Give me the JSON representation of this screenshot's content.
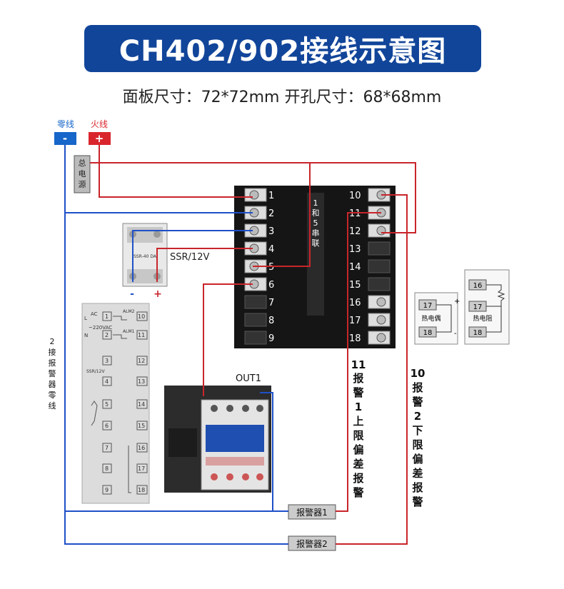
{
  "title": "CH402/902接线示意图",
  "subtitle": "面板尺寸：72*72mm  开孔尺寸：68*68mm",
  "power": {
    "neutral_label": "零线",
    "neutral_sign": "-",
    "live_label": "火线",
    "live_sign": "+",
    "main_power": "总电源"
  },
  "terminals_left": [
    "1",
    "2",
    "3",
    "4",
    "5",
    "6",
    "7",
    "8",
    "9"
  ],
  "terminals_right": [
    "10",
    "11",
    "12",
    "13",
    "14",
    "15",
    "16",
    "17",
    "18"
  ],
  "series_note": "1和5串联",
  "ssr": {
    "label": "SSR/12V",
    "minus": "-",
    "plus": "+",
    "model": "SSR-40 DA"
  },
  "out1_label": "OUT1",
  "thermocouple": {
    "t17": "17",
    "t18": "18",
    "label": "热电偶",
    "plus": "+",
    "minus": "-"
  },
  "rtd": {
    "t16": "16",
    "t17": "17",
    "t18": "18",
    "label": "热电阻"
  },
  "alarm1_note": "11报警1上限偏差报警",
  "alarm2_note": "10报警2下限偏差报警",
  "alarm_neutral_note": "2接报警器零线",
  "alarm1_box": "报警器1",
  "alarm2_box": "报警器2",
  "panel_diagram": {
    "left_labels": [
      "AC",
      "L",
      "N",
      "~220VAC",
      "SSR/12V"
    ],
    "alm_labels": [
      "ALM2",
      "ALM1"
    ],
    "terms": [
      "1",
      "2",
      "3",
      "4",
      "5",
      "6",
      "7",
      "8",
      "9",
      "10",
      "11",
      "12",
      "13",
      "14",
      "15",
      "16",
      "17",
      "18"
    ]
  },
  "colors": {
    "title_bg": "#11459a",
    "wire_red": "#c8252b",
    "wire_blue": "#1e50c8",
    "neutral_tag": "#1766c9",
    "live_tag": "#d9262c"
  }
}
